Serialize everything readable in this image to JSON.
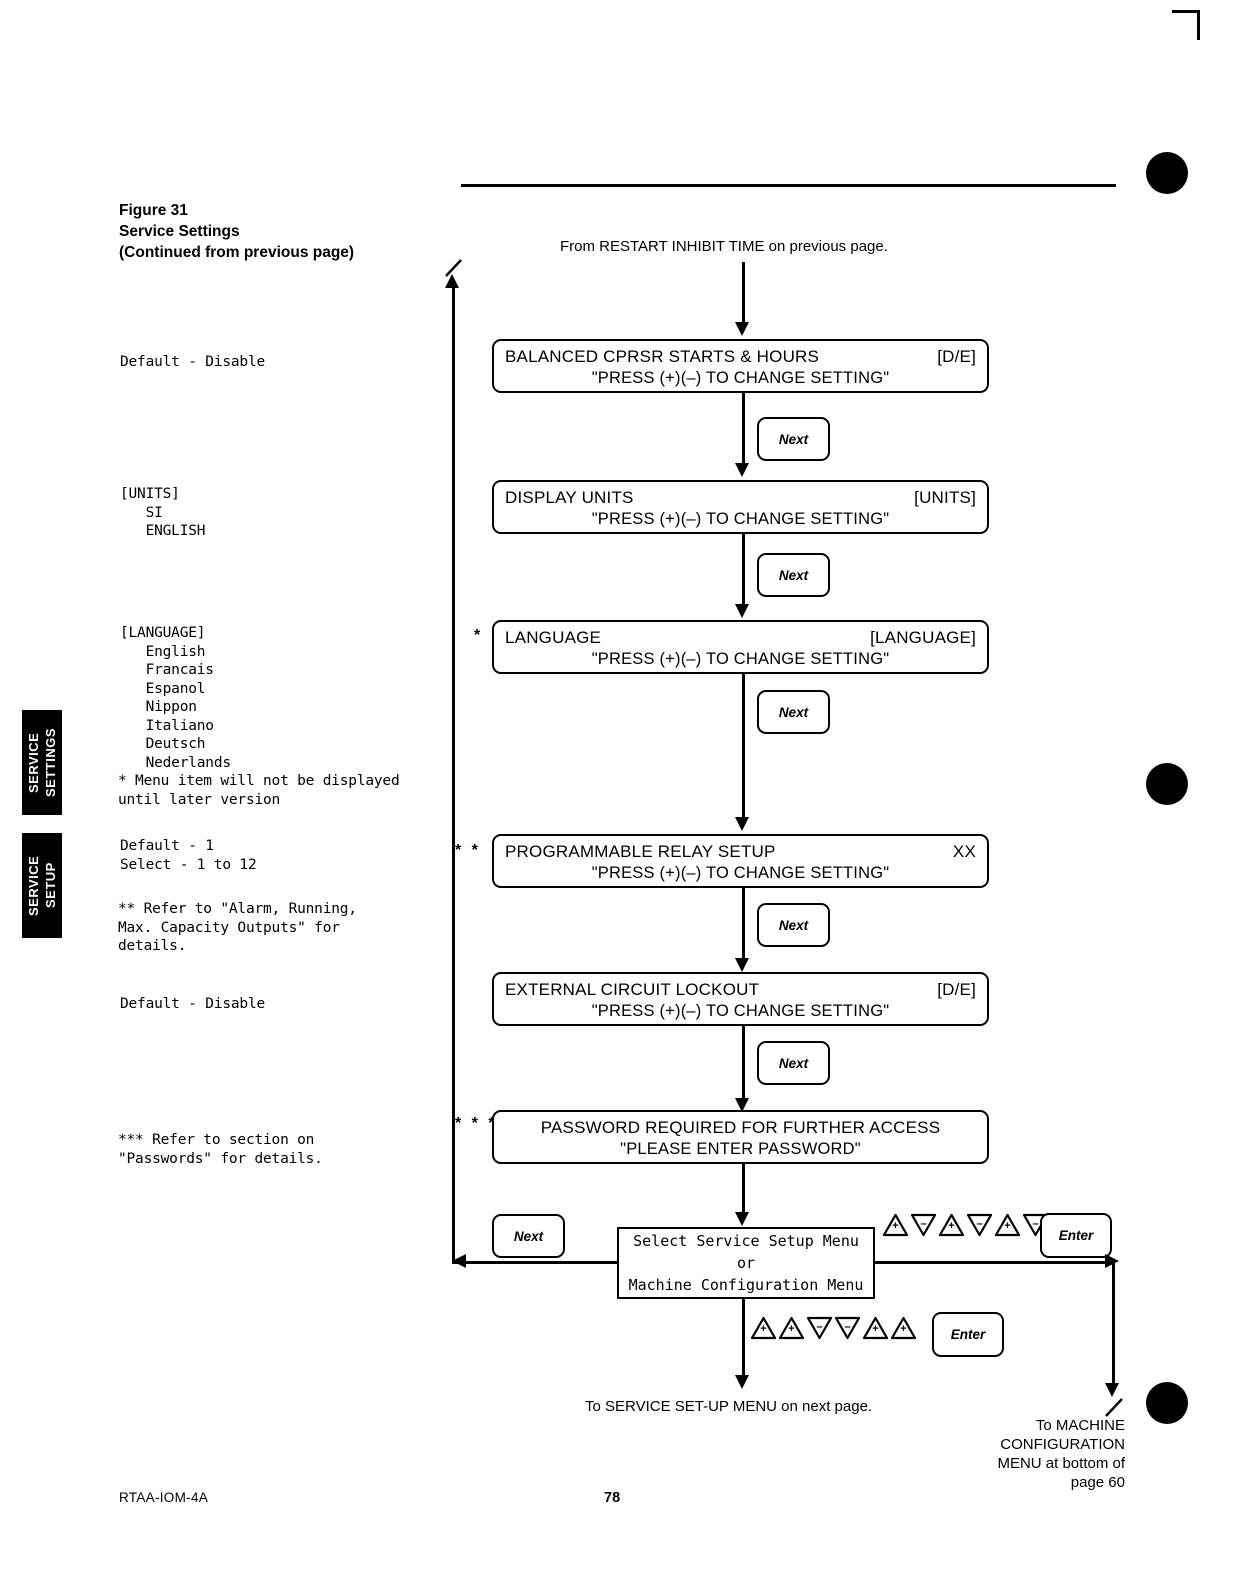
{
  "figure": {
    "line1": "Figure 31",
    "line2": "Service Settings",
    "line3": "(Continued from previous page)"
  },
  "side_tabs": [
    {
      "label": "SERVICE SETTINGS"
    },
    {
      "label": "SERVICE SETUP"
    }
  ],
  "notes": {
    "default_disable_1": "Default - Disable",
    "units_block": "[UNITS]\n   SI\n   ENGLISH",
    "language_block": "[LANGUAGE]\n   English\n   Francais\n   Espanol\n   Nippon\n   Italiano\n   Deutsch\n   Nederlands",
    "star_note": "* Menu item will not be displayed\nuntil later version",
    "relay_defaults": "Default - 1\nSelect - 1 to 12",
    "doublestar_note": "** Refer to \"Alarm, Running,\nMax. Capacity Outputs\" for\ndetails.",
    "default_disable_2": "Default - Disable",
    "triplestar_note": "*** Refer to section on\n\"Passwords\" for details."
  },
  "entry_caption": "From RESTART INHIBIT TIME on previous page.",
  "steps": [
    {
      "title": "BALANCED CPRSR STARTS & HOURS",
      "value": "[D/E]",
      "subtitle": "\"PRESS (+)(–) TO CHANGE SETTING\"",
      "marker": ""
    },
    {
      "title": "DISPLAY UNITS",
      "value": "[UNITS]",
      "subtitle": "\"PRESS (+)(–) TO CHANGE SETTING\"",
      "marker": ""
    },
    {
      "title": "LANGUAGE",
      "value": "[LANGUAGE]",
      "subtitle": "\"PRESS (+)(–) TO CHANGE SETTING\"",
      "marker": "*"
    },
    {
      "title": "PROGRAMMABLE RELAY SETUP",
      "value": "XX",
      "subtitle": "\"PRESS (+)(–) TO CHANGE SETTING\"",
      "marker": "* *"
    },
    {
      "title": "EXTERNAL CIRCUIT LOCKOUT",
      "value": "[D/E]",
      "subtitle": "\"PRESS (+)(–) TO CHANGE SETTING\"",
      "marker": ""
    },
    {
      "title": "PASSWORD REQUIRED FOR FURTHER ACCESS",
      "value": "",
      "subtitle": "\"PLEASE ENTER PASSWORD\"",
      "marker": "* * *"
    }
  ],
  "buttons": {
    "next": "Next",
    "enter": "Enter"
  },
  "menu_box": {
    "line1": "Select Service Setup Menu",
    "line2": "or",
    "line3": "Machine Configuration Menu"
  },
  "key_sequences": {
    "service_setup": [
      "up",
      "down",
      "up",
      "down",
      "up",
      "down"
    ],
    "machine_config": [
      "up",
      "up",
      "down",
      "down",
      "up",
      "up"
    ]
  },
  "exits": {
    "bottom": "To SERVICE SET-UP MENU on next page.",
    "right": "To MACHINE\nCONFIGURATION\nMENU at bottom of\npage 60"
  },
  "footer": {
    "doc_id": "RTAA-IOM-4A",
    "page": "78"
  }
}
